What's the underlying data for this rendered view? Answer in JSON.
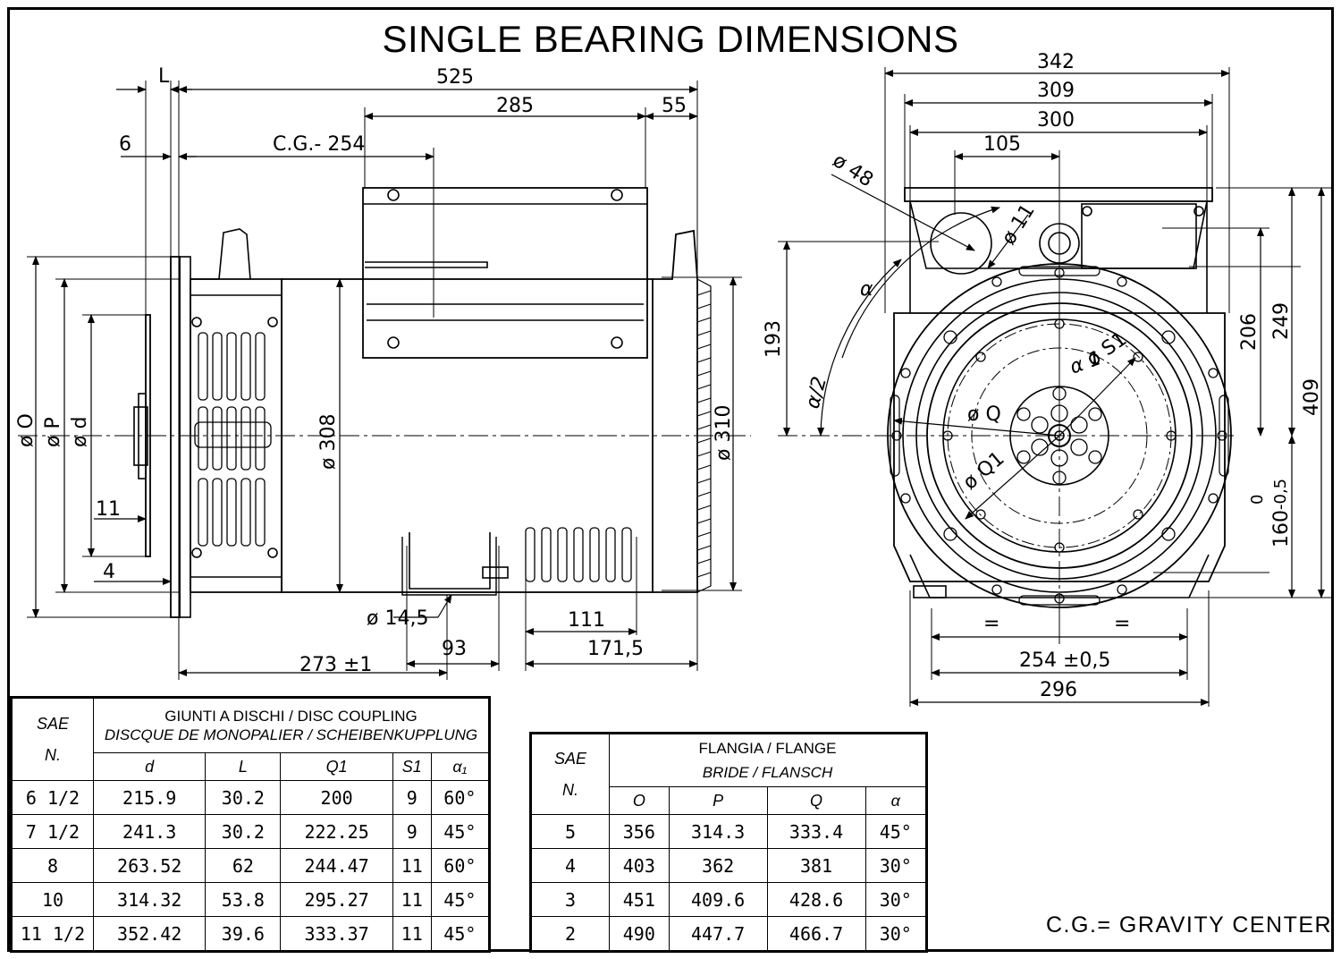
{
  "title": "SINGLE BEARING DIMENSIONS",
  "cg_note": "C.G.= GRAVITY CENTER",
  "side_view": {
    "dim_L": "L",
    "dim_525": "525",
    "dim_285": "285",
    "dim_55": "55",
    "dim_6": "6",
    "dim_cg": "C.G.- 254",
    "dim_phiO": "ø O",
    "dim_phiP": "ø P",
    "dim_phid": "ø d",
    "dim_11": "11",
    "dim_4": "4",
    "dim_phi308": "ø 308",
    "dim_phi310": "ø 310",
    "dim_phi145": "ø 14,5",
    "dim_93": "93",
    "dim_111": "111",
    "dim_1715": "171,5",
    "dim_273": "273 ±1"
  },
  "front_view": {
    "dim_342": "342",
    "dim_309": "309",
    "dim_300": "300",
    "dim_105": "105",
    "dim_phi48": "ø 48",
    "dim_phi11": "ø 11",
    "dim_alpha": "α",
    "dim_alpha2": "α/2",
    "dim_193": "193",
    "dim_phiS1": "ø S1",
    "dim_alpha1": "α 1",
    "dim_phiQ": "ø Q",
    "dim_phiQ1": "ø Q1",
    "dim_206": "206",
    "dim_249": "249",
    "dim_409": "409",
    "dim_160": "160",
    "dim_tol_hi": "0",
    "dim_tol_lo": "-0,5",
    "dim_eq1": "=",
    "dim_eq2": "=",
    "dim_254": "254 ±0,5",
    "dim_296": "296"
  },
  "coupling_table": {
    "sae_label": "SAE",
    "sae_n": "N.",
    "header_line1": "GIUNTI A DISCHI / DISC COUPLING",
    "header_line2": "DISCQUE DE MONOPALIER / SCHEIBENKUPPLUNG",
    "columns": [
      "d",
      "L",
      "Q1",
      "S1",
      "α₁"
    ],
    "rows": [
      [
        "6  1/2",
        "215.9",
        "30.2",
        "200",
        "9",
        "60°"
      ],
      [
        "7  1/2",
        "241.3",
        "30.2",
        "222.25",
        "9",
        "45°"
      ],
      [
        "8",
        "263.52",
        "62",
        "244.47",
        "11",
        "60°"
      ],
      [
        "10",
        "314.32",
        "53.8",
        "295.27",
        "11",
        "45°"
      ],
      [
        "11  1/2",
        "352.42",
        "39.6",
        "333.37",
        "11",
        "45°"
      ]
    ]
  },
  "flange_table": {
    "sae_label": "SAE",
    "sae_n": "N.",
    "header_line1": "FLANGIA / FLANGE",
    "header_line2": "BRIDE / FLANSCH",
    "columns": [
      "O",
      "P",
      "Q",
      "α"
    ],
    "rows": [
      [
        "5",
        "356",
        "314.3",
        "333.4",
        "45°"
      ],
      [
        "4",
        "403",
        "362",
        "381",
        "30°"
      ],
      [
        "3",
        "451",
        "409.6",
        "428.6",
        "30°"
      ],
      [
        "2",
        "490",
        "447.7",
        "466.7",
        "30°"
      ]
    ]
  }
}
